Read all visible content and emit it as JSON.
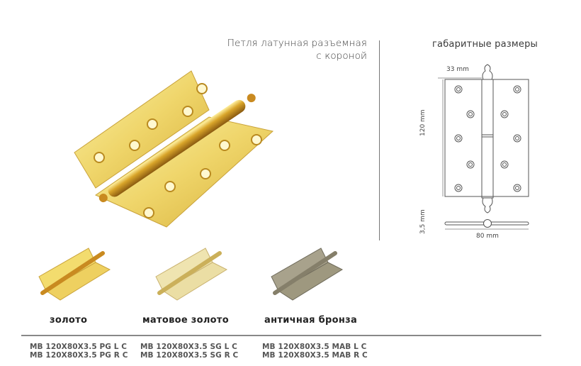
{
  "product": {
    "title_line1": "Петля латунная разъемная",
    "title_line2": "с короной"
  },
  "dimensions": {
    "title": "габаритные размеры",
    "pin_label": "33 mm",
    "height_label": "120 mm",
    "thickness_label": "3,5 mm",
    "width_label": "80 mm"
  },
  "variants": [
    {
      "finish": "золото",
      "color": "#e8c84a",
      "codes": [
        "MB 120X80X3.5 PG L C",
        "MB 120X80X3.5 PG R C"
      ]
    },
    {
      "finish": "матовое золото",
      "color": "#e9dc9e",
      "codes": [
        "MB 120X80X3.5 SG L C",
        "MB 120X80X3.5 SG R C"
      ]
    },
    {
      "finish": "античная бронза",
      "color": "#9a9480",
      "codes": [
        "MB 120X80X3.5 MAB L C",
        "MB 120X80X3.5 MAB R C"
      ]
    }
  ]
}
